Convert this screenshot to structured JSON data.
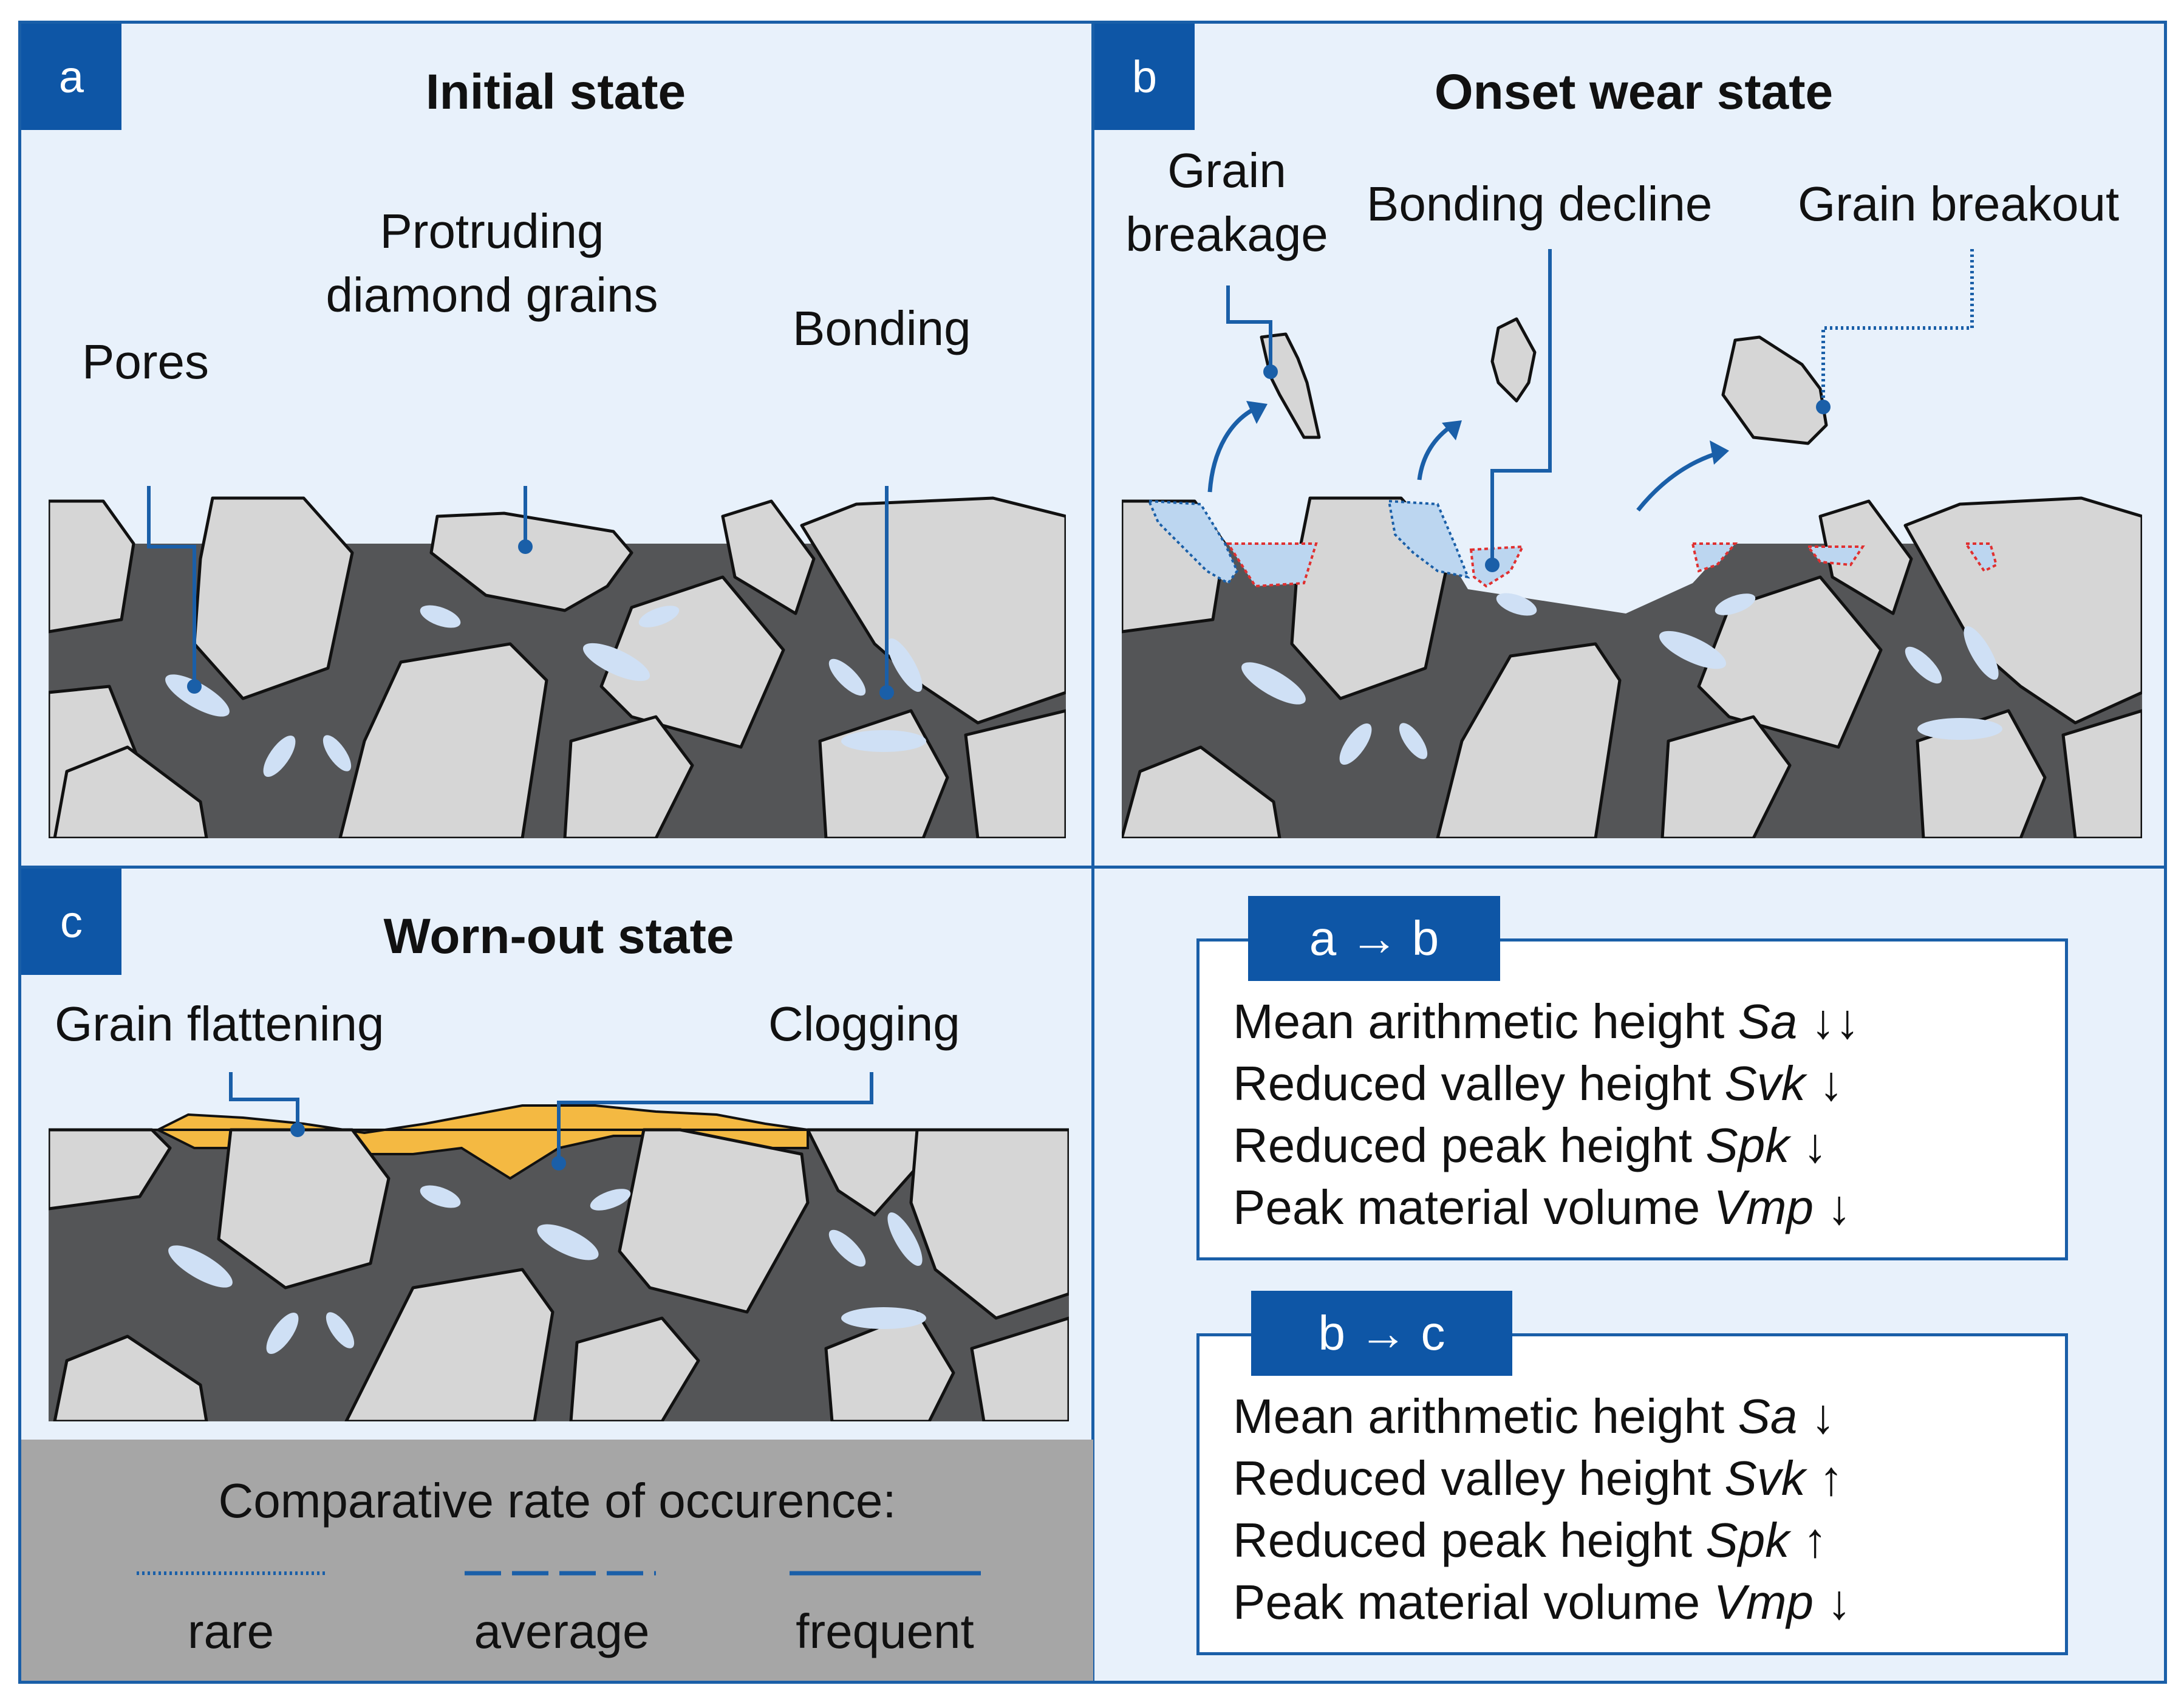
{
  "panels": {
    "a": {
      "badge": "a",
      "title": "Initial state",
      "labels": {
        "pores": "Pores",
        "protruding_line1": "Protruding",
        "protruding_line2": "diamond grains",
        "bonding": "Bonding"
      }
    },
    "b": {
      "badge": "b",
      "title": "Onset wear state",
      "labels": {
        "grain_breakage_line1": "Grain",
        "grain_breakage_line2": "breakage",
        "bonding_decline": "Bonding decline",
        "grain_breakout": "Grain breakout"
      }
    },
    "c": {
      "badge": "c",
      "title": "Worn-out state",
      "labels": {
        "grain_flattening": "Grain flattening",
        "clogging": "Clogging"
      }
    }
  },
  "legend": {
    "title": "Comparative rate of occurence:",
    "items": [
      {
        "label": "rare",
        "style": "dotted"
      },
      {
        "label": "average",
        "style": "dashed"
      },
      {
        "label": "frequent",
        "style": "solid"
      }
    ]
  },
  "transitions": [
    {
      "tab": "a → b",
      "rows": [
        {
          "text": "Mean arithmetic height ",
          "symbol": "Sa",
          "arrow": " ↓↓"
        },
        {
          "text": "Reduced valley height ",
          "symbol": "Svk",
          "arrow": " ↓"
        },
        {
          "text": "Reduced peak height ",
          "symbol": "Spk",
          "arrow": " ↓"
        },
        {
          "text": "Peak material volume ",
          "symbol": "Vmp",
          "arrow": " ↓"
        }
      ]
    },
    {
      "tab": "b → c",
      "rows": [
        {
          "text": "Mean arithmetic height ",
          "symbol": "Sa",
          "arrow": " ↓"
        },
        {
          "text": "Reduced valley height ",
          "symbol": "Svk",
          "arrow": " ↑"
        },
        {
          "text": "Reduced peak height ",
          "symbol": "Spk",
          "arrow": " ↑"
        },
        {
          "text": "Peak material volume ",
          "symbol": "Vmp",
          "arrow": " ↓"
        }
      ]
    }
  ],
  "colors": {
    "frame": "#1a5fa8",
    "badge": "#0e56a6",
    "background": "#e8f1fb",
    "bonding": "#545557",
    "grain": "#d6d6d6",
    "pore": "#cfe0f5",
    "clogging": "#f4b942",
    "wear_marker": "#e03030",
    "legend_bg": "#a6a6a6"
  }
}
